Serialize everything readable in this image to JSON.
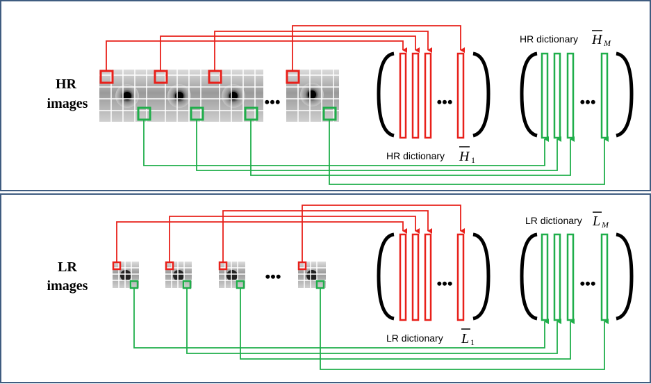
{
  "hr_panel": {
    "row_label_line1": "HR",
    "row_label_line2": "images",
    "ellipsis_images": "•••",
    "ellipsis_dict": "•••",
    "dict1_caption": "HR dictionary",
    "dict1_symbol": "H",
    "dict1_subscript": "1",
    "dictM_caption": "HR dictionary",
    "dictM_symbol": "H",
    "dictM_subscript": "M"
  },
  "lr_panel": {
    "row_label_line1": "LR",
    "row_label_line2": "images",
    "ellipsis_images": "•••",
    "ellipsis_dict": "•••",
    "dict1_caption": "LR dictionary",
    "dict1_symbol": "L",
    "dict1_subscript": "1",
    "dictM_caption": "LR dictionary",
    "dictM_symbol": "L",
    "dictM_subscript": "M"
  },
  "colors": {
    "frame": "#3f5c80",
    "red_patch": "#e8201a",
    "green_patch": "#1fae4a",
    "bracket": "#000000"
  }
}
